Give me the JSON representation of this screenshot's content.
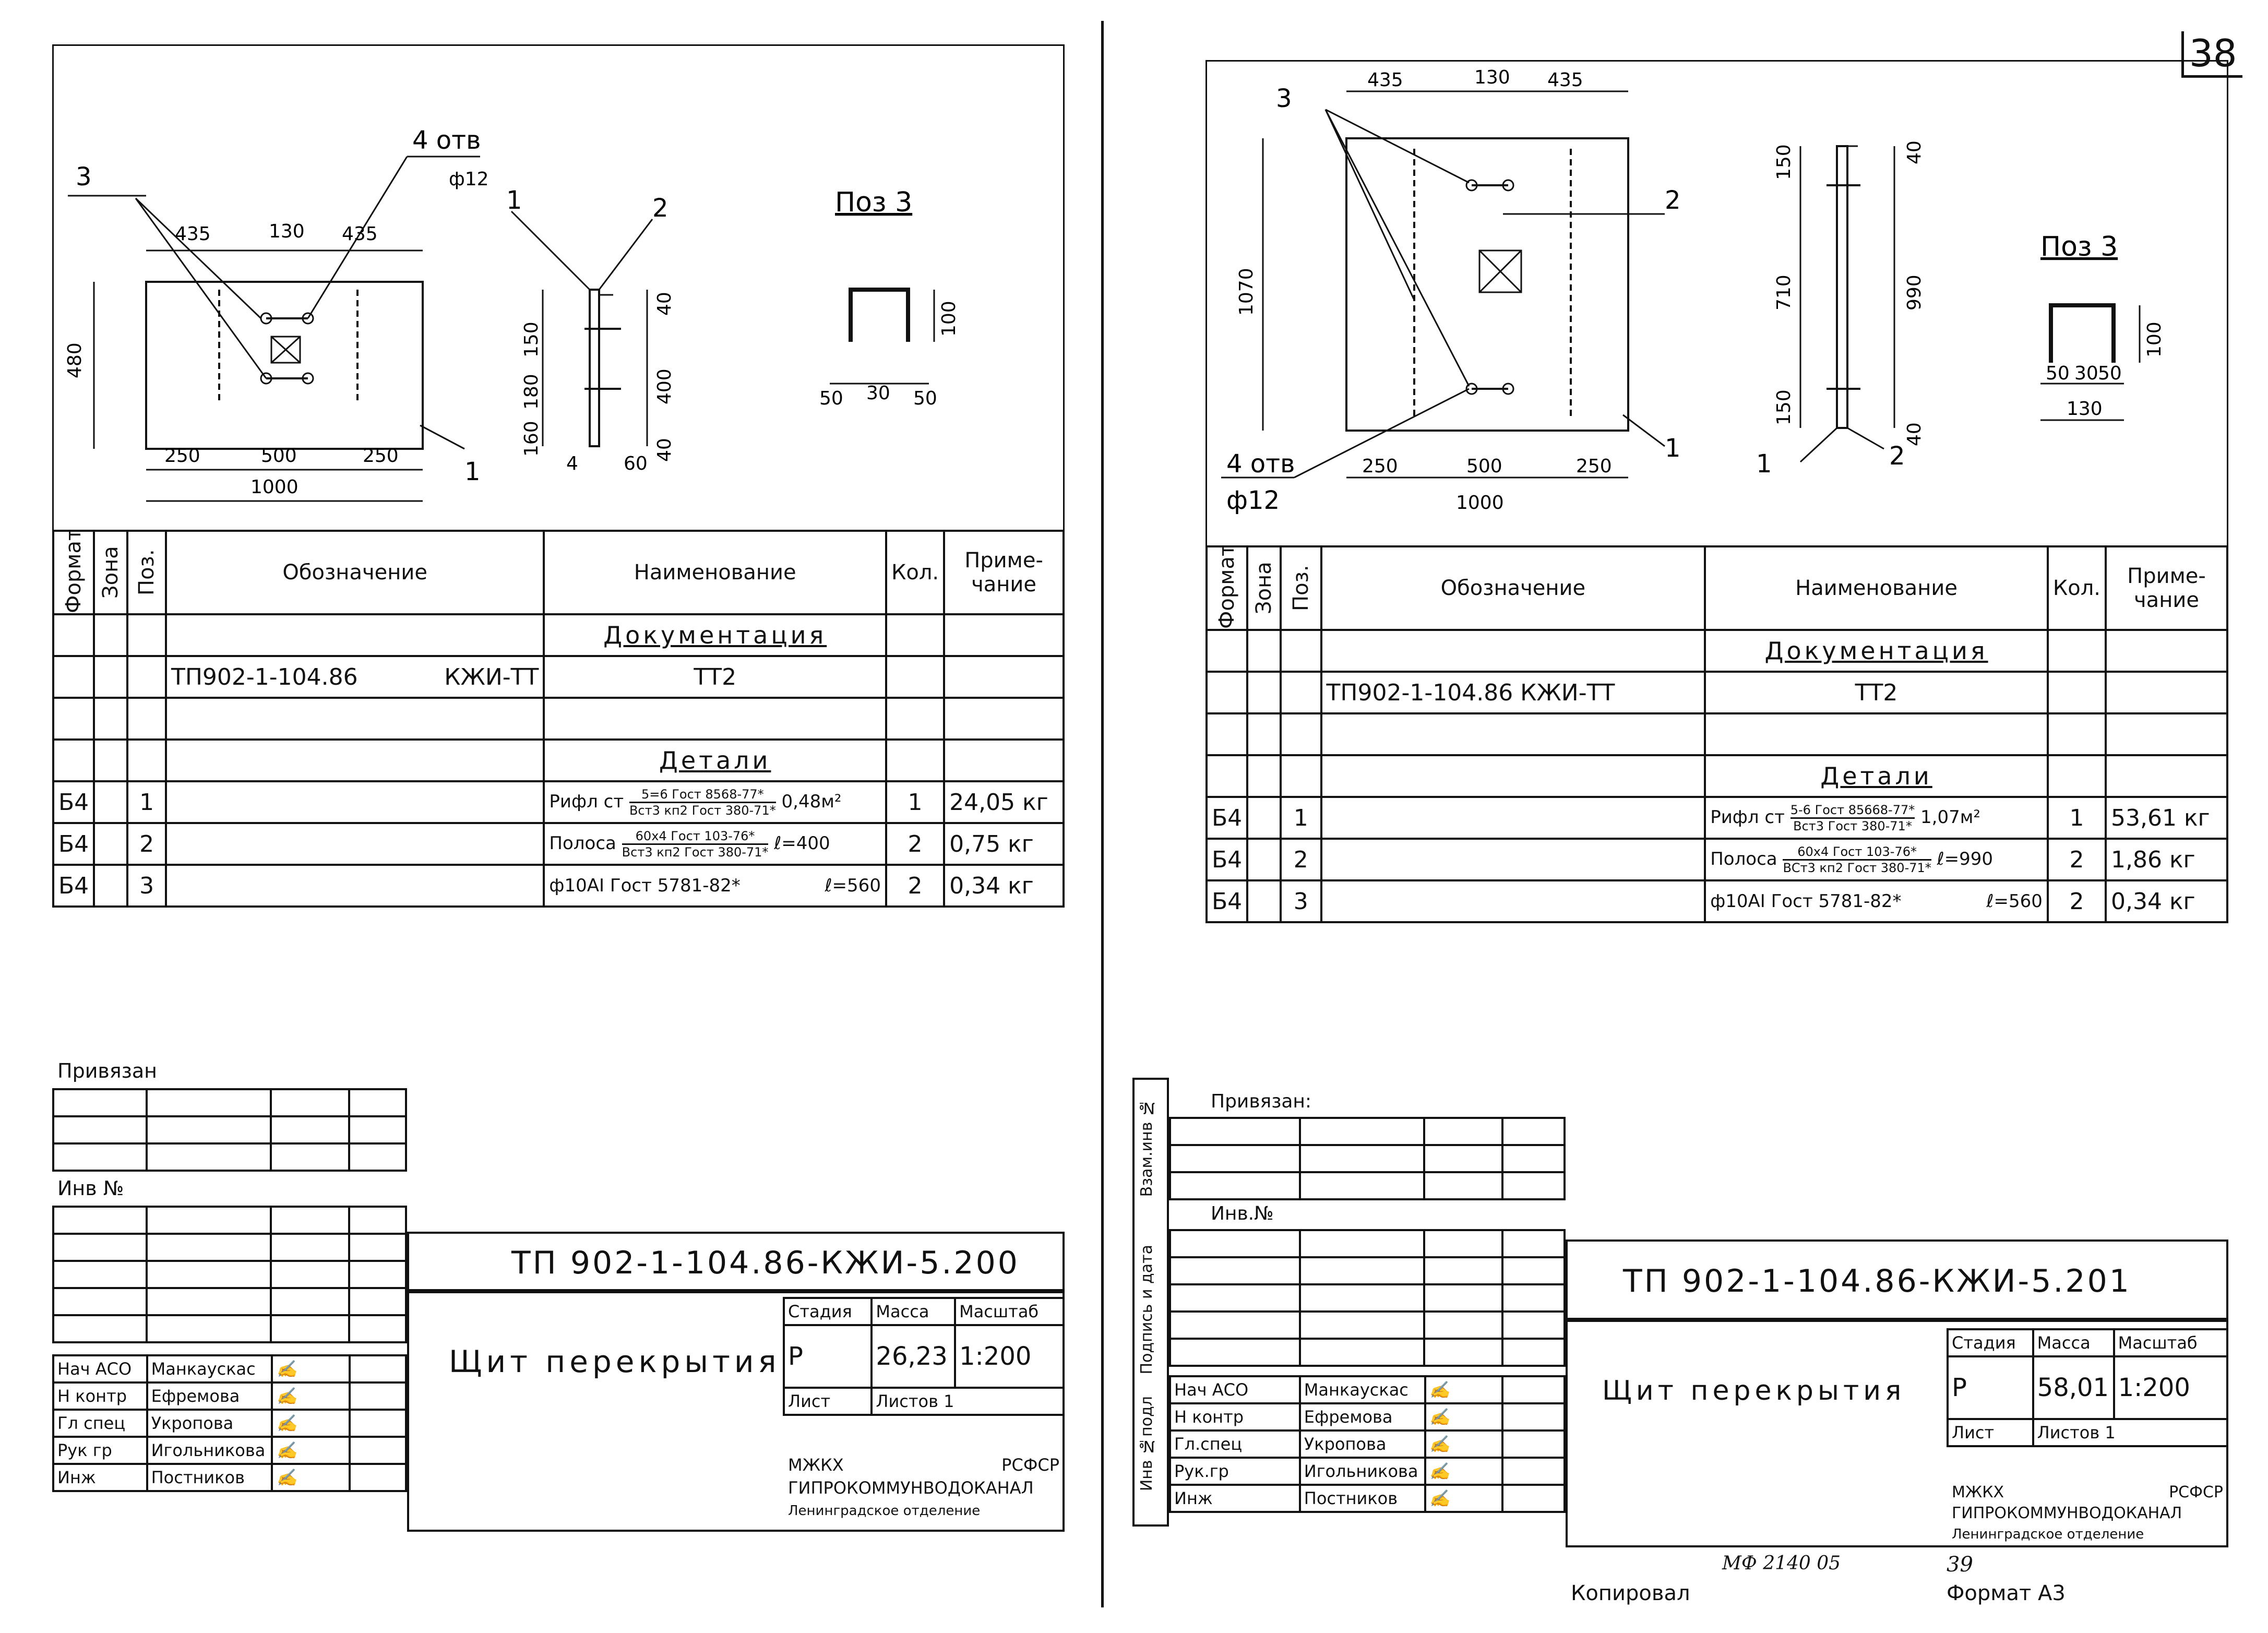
{
  "page_number": "38",
  "sheets": [
    {
      "id": "left",
      "drawing": {
        "labels": {
          "l3": "3",
          "l1": "1",
          "l2": "2",
          "holes": "4 отв",
          "hole_dia": "ф12",
          "poz": "Поз 3"
        },
        "dims": {
          "top": [
            "435",
            "130",
            "435"
          ],
          "left": "480",
          "bottom": [
            "250",
            "500",
            "250"
          ],
          "total": "1000",
          "section": [
            "150",
            "180",
            "160",
            "40",
            "400",
            "40",
            "4",
            "60"
          ],
          "poz_h": "100",
          "poz_w": [
            "50",
            "30",
            "50"
          ]
        }
      },
      "spec": {
        "headers": {
          "format": "Формат",
          "zone": "Зона",
          "pos": "Поз.",
          "designation": "Обозначение",
          "name": "Наименование",
          "qty": "Кол.",
          "note": "Приме-\nчание"
        },
        "section_doc": "Документация",
        "doc_designation": "ТП902-1-104.86",
        "doc_code": "КЖИ-ТТ",
        "doc_name": "ТТ2",
        "section_parts": "Детали",
        "rows": [
          {
            "format": "Б4",
            "pos": "1",
            "prefix": "Рифл ст",
            "num": "5=6 Гост 8568-77*",
            "den": "Вст3 кп2 Гост 380-71*",
            "suffix": "0,48м²",
            "qty": "1",
            "note": "24,05 кг"
          },
          {
            "format": "Б4",
            "pos": "2",
            "prefix": "Полоса",
            "num": "60х4 Гост 103-76*",
            "den": "Вст3 кп2 Гост 380-71*",
            "suffix": "ℓ=400",
            "qty": "2",
            "note": "0,75 кг"
          },
          {
            "format": "Б4",
            "pos": "3",
            "prefix": "ф10АI Гост 5781-82*",
            "num": "",
            "den": "",
            "suffix": "ℓ=560",
            "qty": "2",
            "note": "0,34 кг"
          }
        ]
      },
      "stamp": {
        "bound": "Привязан",
        "inv": "Инв №",
        "code": "ТП 902-1-104.86-КЖИ-5.200",
        "title": "Щит перекрытия",
        "col_stage": "Стадия",
        "col_mass": "Масса",
        "col_scale": "Масштаб",
        "stage": "Р",
        "mass": "26,23",
        "scale": "1:200",
        "sheet_label": "Лист",
        "sheets_label": "Листов  1",
        "org1": "МЖКХ",
        "org1b": "РСФСР",
        "org2": "ГИПРОКОММУНВОДОКАНАЛ",
        "org3": "Ленинградское отделение",
        "people": [
          {
            "role": "Нач АСО",
            "name": "Манкаускас"
          },
          {
            "role": "Н контр",
            "name": "Ефремова"
          },
          {
            "role": "Гл спец",
            "name": "Укропова"
          },
          {
            "role": "Рук гр",
            "name": "Игольникова"
          },
          {
            "role": "Инж",
            "name": "Постников"
          }
        ]
      }
    },
    {
      "id": "right",
      "drawing": {
        "labels": {
          "l3": "3",
          "l2": "2",
          "l1": "1",
          "holes": "4 отв",
          "hole_dia": "ф12",
          "poz": "Поз 3"
        },
        "dims": {
          "top": [
            "435",
            "130",
            "435"
          ],
          "left": "1070",
          "bottom": [
            "250",
            "500",
            "250"
          ],
          "total": "1000",
          "section": [
            "150",
            "710",
            "150",
            "40",
            "990",
            "40"
          ],
          "poz_h": "100",
          "poz_w": [
            "50",
            "30",
            "50"
          ],
          "poz_total": "130"
        }
      },
      "spec": {
        "headers": {
          "format": "Формат",
          "zone": "Зона",
          "pos": "Поз.",
          "designation": "Обозначение",
          "name": "Наименование",
          "qty": "Кол.",
          "note": "Приме-\nчание"
        },
        "section_doc": "Документация",
        "doc_designation": "ТП902-1-104.86 КЖИ-ТТ",
        "doc_code": "",
        "doc_name": "ТТ2",
        "section_parts": "Детали",
        "rows": [
          {
            "format": "Б4",
            "pos": "1",
            "prefix": "Рифл ст",
            "num": "5-6 Гост 85668-77*",
            "den": "Вст3 Гост 380-71*",
            "suffix": "1,07м²",
            "qty": "1",
            "note": "53,61 кг"
          },
          {
            "format": "Б4",
            "pos": "2",
            "prefix": "Полоса",
            "num": "60х4 Гост 103-76*",
            "den": "ВСт3 кп2 Гост 380-71*",
            "suffix": "ℓ=990",
            "qty": "2",
            "note": "1,86 кг"
          },
          {
            "format": "Б4",
            "pos": "3",
            "prefix": "ф10АI Гост 5781-82*",
            "num": "",
            "den": "",
            "suffix": "ℓ=560",
            "qty": "2",
            "note": "0,34 кг"
          }
        ]
      },
      "stamp": {
        "bound": "Привязан:",
        "inv": "Инв.№",
        "code": "ТП 902-1-104.86-КЖИ-5.201",
        "title": "Щит перекрытия",
        "col_stage": "Стадия",
        "col_mass": "Масса",
        "col_scale": "Масштаб",
        "stage": "Р",
        "mass": "58,01",
        "scale": "1:200",
        "sheet_label": "Лист",
        "sheets_label": "Листов  1",
        "org1": "МЖКХ",
        "org1b": "РСФСР",
        "org2": "ГИПРОКОММУНВОДОКАНАЛ",
        "org3": "Ленинградское отделение",
        "people": [
          {
            "role": "Нач АСО",
            "name": "Манкаускас"
          },
          {
            "role": "Н контр",
            "name": "Ефремова"
          },
          {
            "role": "Гл.спец",
            "name": "Укропова"
          },
          {
            "role": "Рук.гр",
            "name": "Игольникова"
          },
          {
            "role": "Инж",
            "name": "Постников"
          }
        ],
        "side": [
          "Инв №подл",
          "Подпись и дата",
          "Взам.инв №"
        ]
      }
    }
  ],
  "footer": {
    "stamp_no": "МФ 2140 05",
    "sheet_no": "39",
    "copied": "Копировал",
    "format": "Формат А3"
  }
}
